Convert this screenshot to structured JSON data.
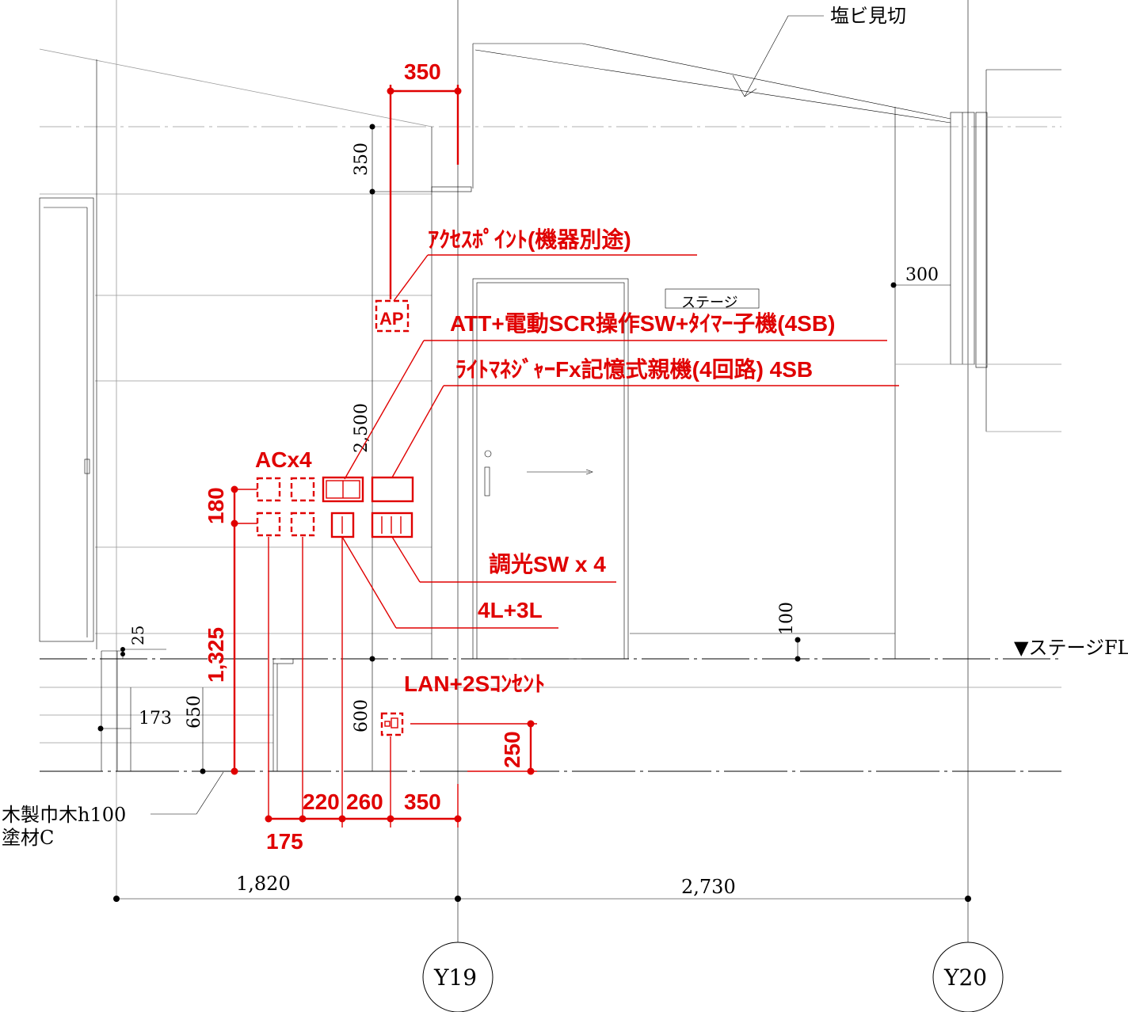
{
  "grid": {
    "y19": "Y19",
    "y20": "Y20",
    "dim_left": "1,820",
    "dim_right": "2,730"
  },
  "black_labels": {
    "pvc_trim": "塩ビ見切",
    "dim_350_v": "350",
    "dim_300": "300",
    "dim_2500": "2,500",
    "dim_100": "100",
    "stage_fl": "▼ステージFL",
    "dim_25": "25",
    "dim_173": "173",
    "dim_650": "650",
    "dim_600": "600",
    "baseboard_1": "木製巾木h100",
    "baseboard_2": "塗材C",
    "door_sign": "ステージ"
  },
  "red_labels": {
    "dim_350_top": "350",
    "access_point": "ｱｸｾｽﾎﾟｲﾝﾄ(機器別途)",
    "ap_symbol": "AP",
    "att_switch": "ATT+電動SCR操作SW+ﾀｲﾏｰ子機(4SB)",
    "light_manager": "ﾗｲﾄﾏﾈｼﾞｬｰFx記憶式親機(4回路) 4SB",
    "ac_x4": "ACx4",
    "dim_180": "180",
    "dimmer_sw": "調光SW x 4",
    "sw_4l3l": "4L+3L",
    "dim_1325": "1,325",
    "lan_outlet": "LAN+2Sｺﾝｾﾝﾄ",
    "dim_250": "250",
    "dim_220": "220",
    "dim_260": "260",
    "dim_350_bottom": "350",
    "dim_175": "175"
  }
}
